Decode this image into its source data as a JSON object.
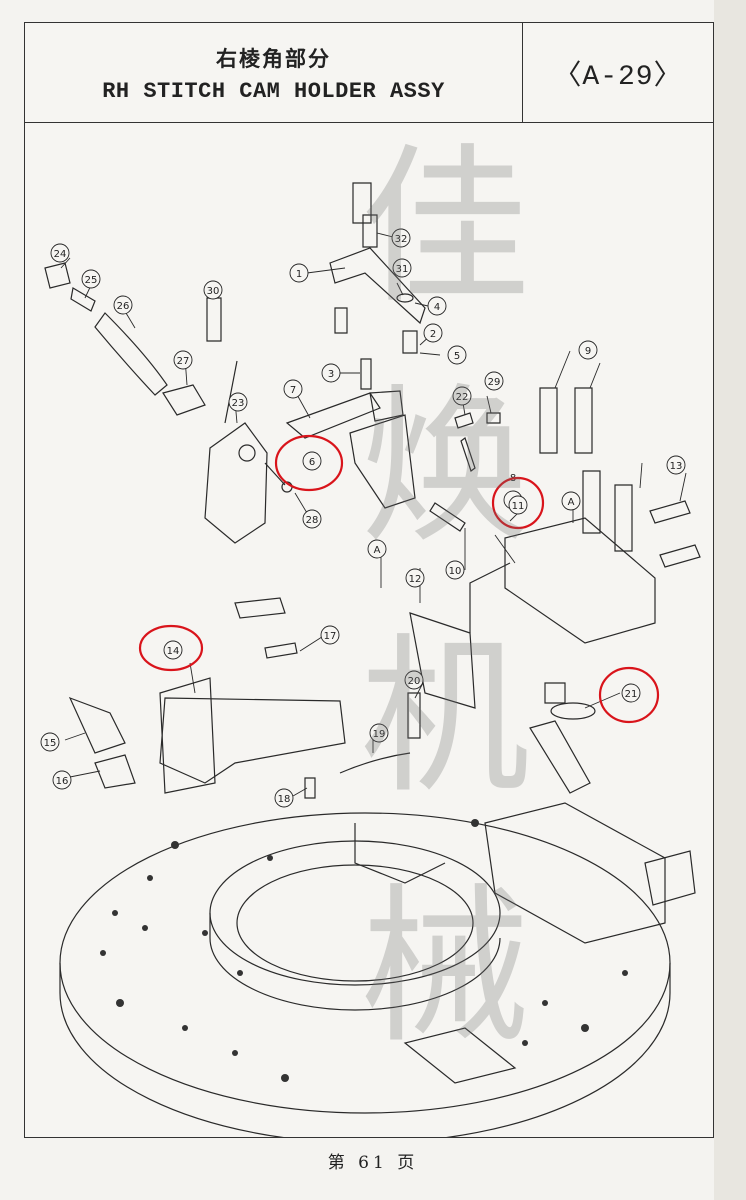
{
  "header": {
    "title_cn": "右棱角部分",
    "title_en": "RH STITCH CAM HOLDER ASSY",
    "page_code": "〈A-29〉"
  },
  "diagram": {
    "callouts": [
      "1",
      "2",
      "3",
      "4",
      "5",
      "6",
      "7",
      "8",
      "9",
      "10",
      "11",
      "12",
      "13",
      "14",
      "15",
      "16",
      "17",
      "18",
      "19",
      "20",
      "21",
      "22",
      "23",
      "24",
      "25",
      "26",
      "27",
      "28",
      "29",
      "30",
      "31",
      "32"
    ],
    "arrow_labels": [
      "A",
      "A"
    ],
    "highlighted_callouts": [
      "6",
      "11",
      "14",
      "21"
    ],
    "highlight_color": "#d9141b"
  },
  "watermark": [
    "佳",
    "焕",
    "机",
    "械"
  ],
  "footer": {
    "page_label": "第 61 页"
  }
}
